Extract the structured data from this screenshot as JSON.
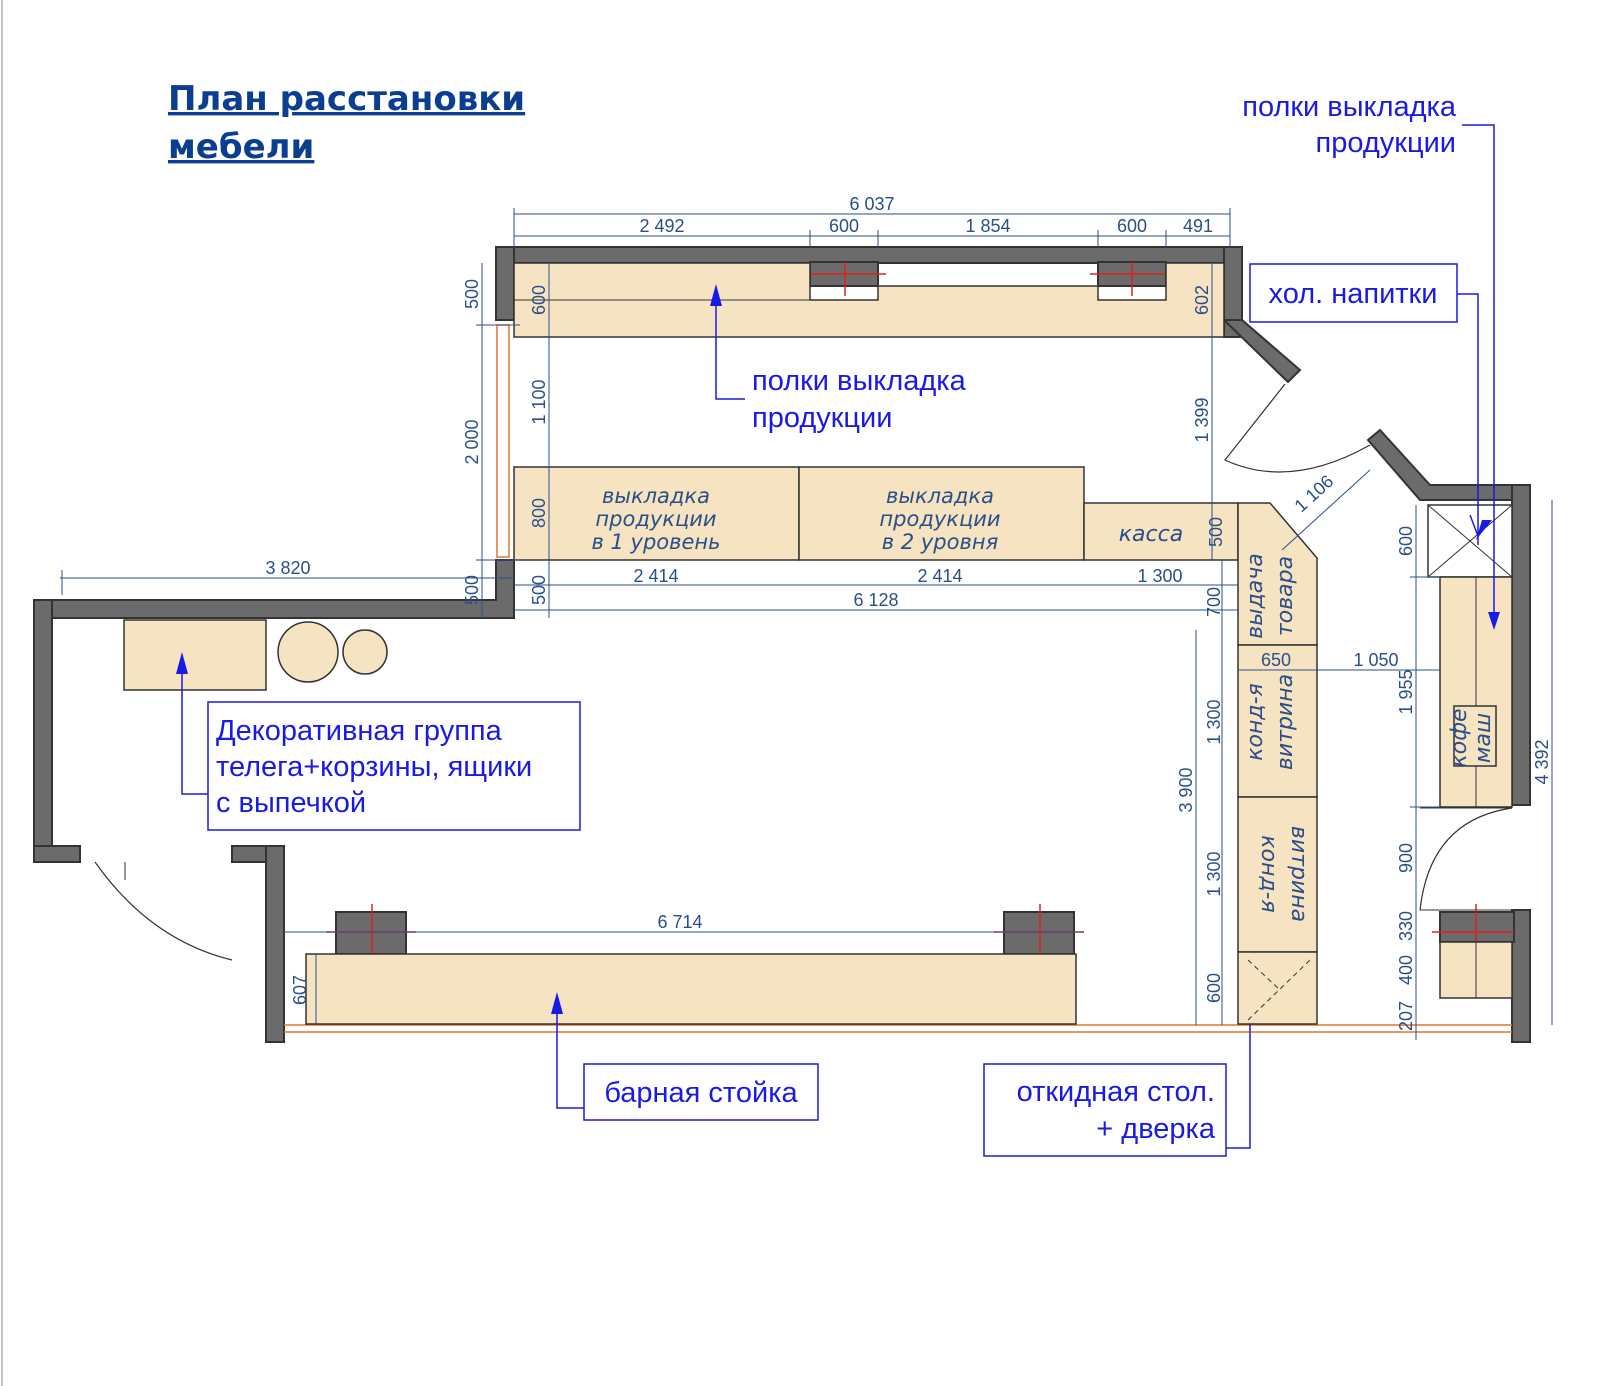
{
  "title": {
    "line1": "План расстановки",
    "line2": "мебели"
  },
  "labels": {
    "shelves_top_right": {
      "line1": "полки выкладка",
      "line2": "продукции"
    },
    "shelves_center": {
      "line1": "полки выкладка",
      "line2": "продукции"
    },
    "cold_drinks": "хол. напитки",
    "decor_group": {
      "line1": "Декоративная группа",
      "line2": "телега+корзины, ящики",
      "line3": "с выпечкой"
    },
    "bar_counter": "барная стойка",
    "folding_table": {
      "line1": "откидная стол.",
      "line2": "+ дверка"
    }
  },
  "furniture_text": {
    "display_1": {
      "line1": "выкладка",
      "line2": "продукции",
      "line3": "в 1 уровень"
    },
    "display_2": {
      "line1": "выкладка",
      "line2": "продукции",
      "line3": "в 2 уровня"
    },
    "cashier": "касса",
    "pickup": {
      "line1": "выдача",
      "line2": "товара"
    },
    "confect_1": {
      "line1": "конд-я",
      "line2": "витрина"
    },
    "confect_2": {
      "line1": "конд-я",
      "line2": "витрина"
    },
    "coffee": {
      "line1": "кофе",
      "line2": "маш"
    }
  },
  "dimensions": {
    "top_total": "6 037",
    "top_1": "2 492",
    "top_2": "600",
    "top_3": "1 854",
    "top_4": "600",
    "top_5": "491",
    "left_500_top": "500",
    "left_2000": "2 000",
    "left_500_bottom": "500",
    "shelf_depth_600": "600",
    "gap_1100": "1 100",
    "display_depth_800": "800",
    "display_offset_500": "500",
    "right_602": "602",
    "right_1399": "1 399",
    "right_500": "500",
    "left_3820": "3 820",
    "row_2414_a": "2 414",
    "row_2414_b": "2 414",
    "row_1300": "1 300",
    "row_6128": "6 128",
    "diag_1106": "1 106",
    "v_700": "700",
    "h_650": "650",
    "h_1050": "1 050",
    "v_1300_a": "1 300",
    "v_1300_b": "1 300",
    "v_600_bottom": "600",
    "v_3900": "3 900",
    "r_600": "600",
    "r_1955": "1 955",
    "r_900": "900",
    "r_330": "330",
    "r_400": "400",
    "r_207": "207",
    "r_4392": "4 392",
    "bar_6714": "6 714",
    "bar_607": "607"
  },
  "colors": {
    "title": "#0b3d91",
    "label": "#1a1ae6",
    "dimension": "#2b4f8a",
    "furniture": "#f5e3c1",
    "wall": "#6b6b6b",
    "window": "#e2742b"
  }
}
